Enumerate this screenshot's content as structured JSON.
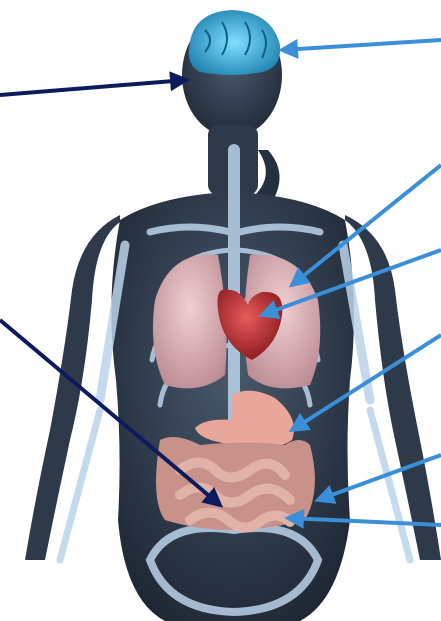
{
  "figure": {
    "subject": "human-body-anatomy",
    "background_color": "#ffffff",
    "body_color": "#2e3a4a",
    "bone_color": "#bcd3ea",
    "brain_color": "#39b8e0",
    "lung_color": "#e2b3b8",
    "heart_color": "#c62f37",
    "stomach_color": "#e8a79a",
    "intestine_color": "#cf9c92",
    "arrow_light_color": "#3a8fd8",
    "arrow_dark_color": "#0d1a5c"
  },
  "pointers": [
    {
      "name": "brain-left-pointer",
      "target": "brain",
      "color": "dark"
    },
    {
      "name": "brain-right-pointer",
      "target": "brain",
      "color": "light"
    },
    {
      "name": "lungs-pointer",
      "target": "lungs",
      "color": "light"
    },
    {
      "name": "heart-pointer",
      "target": "heart",
      "color": "light"
    },
    {
      "name": "stomach-pointer",
      "target": "stomach",
      "color": "light"
    },
    {
      "name": "large-intestine-pointer",
      "target": "large-intestine",
      "color": "light"
    },
    {
      "name": "small-intestine-right-pointer",
      "target": "small-intestine",
      "color": "light"
    },
    {
      "name": "small-intestine-left-pointer",
      "target": "small-intestine",
      "color": "dark"
    }
  ]
}
